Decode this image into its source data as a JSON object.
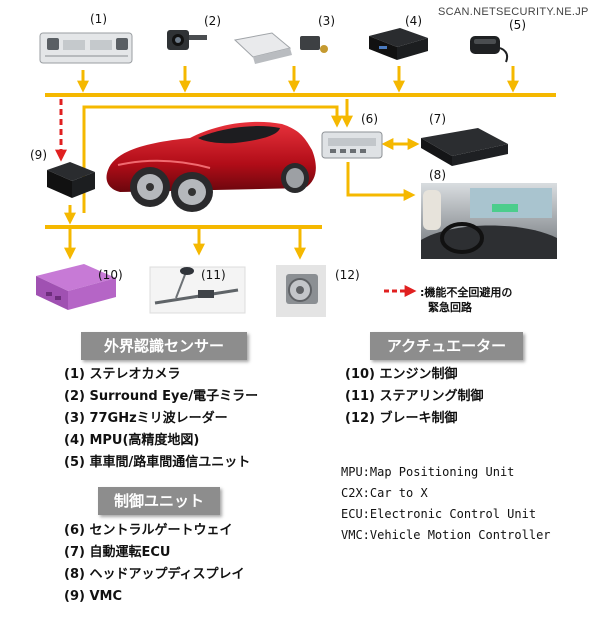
{
  "watermark": "SCAN.NETSECURITY.NE.JP",
  "nodes": {
    "n1": "(1)",
    "n2": "(2)",
    "n3": "(3)",
    "n4": "(4)",
    "n5": "(5)",
    "n6": "(6)",
    "n7": "(7)",
    "n8": "(8)",
    "n9": "(9)",
    "n10": "(10)",
    "n11": "(11)",
    "n12": "(12)"
  },
  "legend": {
    "line1": ":機能不全回避用の",
    "line2": "緊急回路"
  },
  "sections": {
    "sensors": {
      "title": "外界認識センサー",
      "items": [
        "(1) ステレオカメラ",
        "(2) Surround Eye/電子ミラー",
        "(3) 77GHzミリ波レーダー",
        "(4) MPU(高精度地図)",
        "(5) 車車間/路車間通信ユニット"
      ]
    },
    "actuators": {
      "title": "アクチュエーター",
      "items": [
        "(10) エンジン制御",
        "(11) ステアリング制御",
        "(12) ブレーキ制御"
      ]
    },
    "control": {
      "title": "制御ユニット",
      "items": [
        "(6) セントラルゲートウェイ",
        "(7) 自動運転ECU",
        "(8) ヘッドアップディスプレイ",
        "(9) VMC"
      ]
    }
  },
  "abbreviations": [
    "MPU:Map Positioning Unit",
    "C2X:Car to X",
    "ECU:Electronic Control Unit",
    "VMC:Vehicle Motion Controller"
  ],
  "colors": {
    "bus": "#f5b800",
    "emergency": "#e02020",
    "header": "#8d8d8d",
    "car": "#c8101c"
  }
}
